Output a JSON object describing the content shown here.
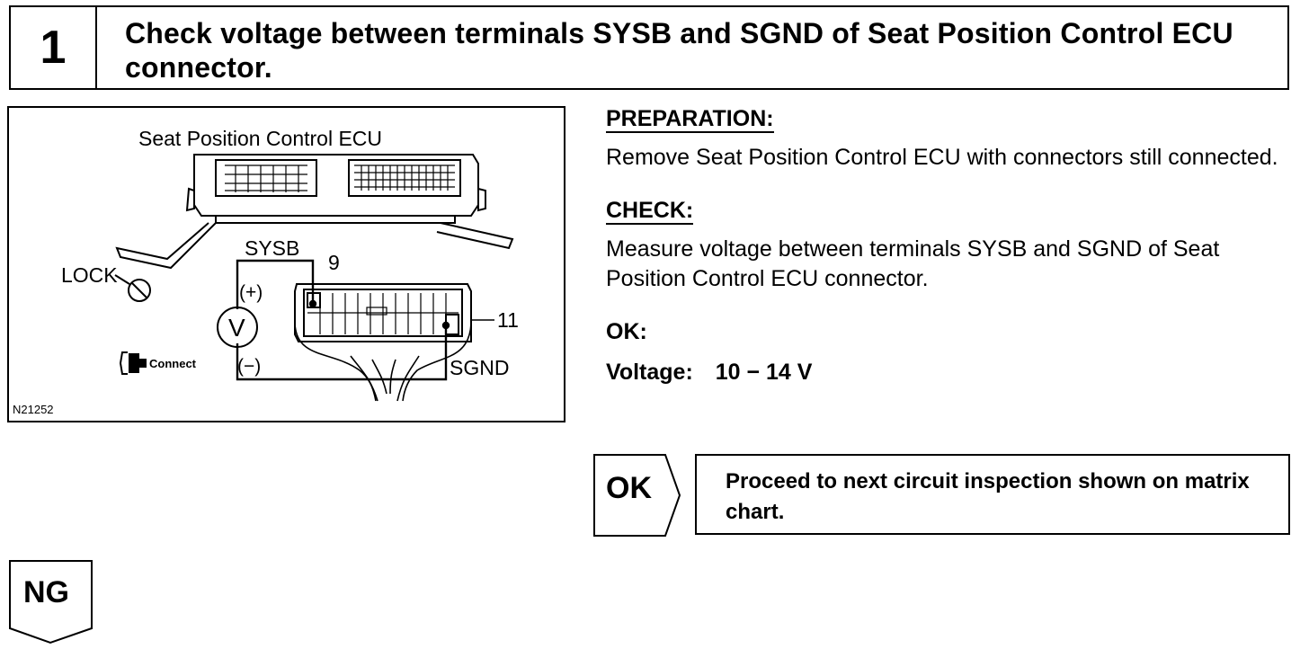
{
  "step": {
    "number": "1",
    "title": "Check voltage between terminals SYSB and SGND of Seat Position Control ECU connector."
  },
  "figure": {
    "ecu_label": "Seat Position Control ECU",
    "sysb_label": "SYSB",
    "pin_9": "9",
    "pin_11": "11",
    "lock_label": "LOCK",
    "plus_label": "(+)",
    "minus_label": "(−)",
    "meter_label": "V",
    "sgnd_label": "SGND",
    "connect_label": "Connect",
    "figure_id": "N21252"
  },
  "instructions": {
    "preparation_heading": "PREPARATION:",
    "preparation_text": "Remove Seat Position Control ECU with connectors still connected.",
    "check_heading": "CHECK:",
    "check_text": "Measure voltage between terminals SYSB and SGND of Seat Position Control ECU connector.",
    "ok_heading": "OK:",
    "spec_label": "Voltage:",
    "spec_value": "10 − 14 V"
  },
  "result_ok": {
    "badge": "OK",
    "text": "Proceed to next circuit inspection shown on matrix chart."
  },
  "result_ng": {
    "badge": "NG"
  }
}
